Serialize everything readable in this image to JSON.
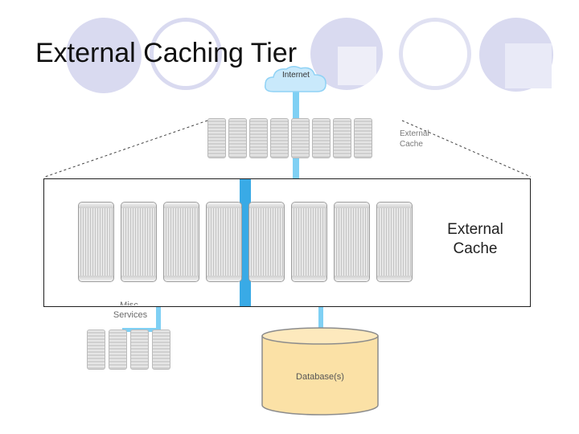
{
  "slide": {
    "title": "External Caching Tier"
  },
  "diagram": {
    "internet_label": "Internet",
    "external_cache_small": [
      "External",
      "Cache"
    ],
    "external_cache_big": [
      "External",
      "Cache"
    ],
    "misc_services": [
      "Misc.",
      "Services"
    ],
    "database_label": "Database(s)",
    "top_cache_server_count": 8,
    "zoom_server_count": 8,
    "misc_server_count": 4
  },
  "colors": {
    "line": "#7fd0f4",
    "line_dark": "#39aae6",
    "database_fill": "#fbe1a6",
    "decor_circle": "#d9daf0"
  }
}
